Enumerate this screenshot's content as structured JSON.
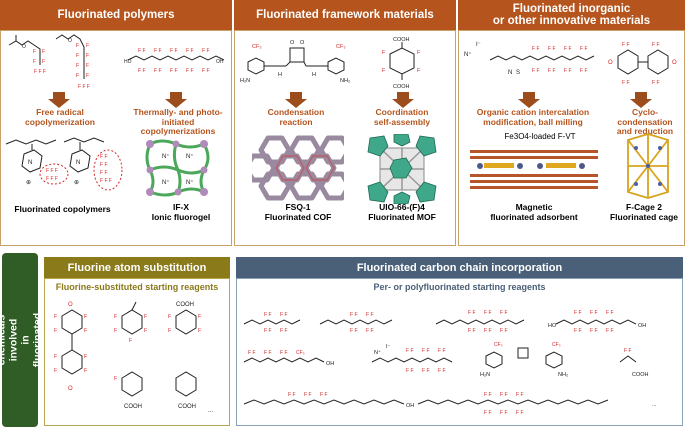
{
  "top": {
    "headers": [
      "Fluorinated polymers",
      "Fluorinated framework materials",
      "Fluorinated inorganic\nor other innovative materials"
    ],
    "polymers": {
      "label_left": "Free radical\ncopolymerization",
      "label_right": "Thermally- and photo-\ninitiated copolymerizations",
      "caption_left": "Fluorinated copolymers",
      "caption_right_1": "IF-X",
      "caption_right_2": "Ionic fluorogel"
    },
    "frameworks": {
      "label_left": "Condensation\nreaction",
      "label_right": "Coordination\nself-assembly",
      "caption_left_1": "FSQ-1",
      "caption_left_2": "Fluorinated COF",
      "caption_right_1": "UIO-66-(F)4",
      "caption_right_2": "Fluorinated MOF"
    },
    "inorganic": {
      "label_left": "Organic cation intercalation\nmodification, ball milling",
      "label_right": "Cyclo-condensation\nand reduction",
      "fe_label": "Fe3O4-loaded F-VT",
      "caption_left_1": "Magnetic",
      "caption_left_2": "fluorinated adsorbent",
      "caption_right_1": "F-Cage 2",
      "caption_right_2": "Fluorinated cage"
    }
  },
  "bottom": {
    "side_label": "Fluorinated chemicals involved\nin fluorinated sorbents",
    "left_header": "Fluorine atom substitution",
    "left_sub": "Fluorine-substituted starting reagents",
    "right_header": "Fluorinated carbon chain incorporation",
    "right_sub": "Per- or polyfluorinated starting reagents",
    "ellipsis": "..."
  },
  "colors": {
    "accent": "#b5541d",
    "olive": "#8a7a1a",
    "slate": "#4a5f78",
    "side_green": "#2f5d25",
    "panel_border": "#c8a06a",
    "fluorine": "#d62728"
  }
}
